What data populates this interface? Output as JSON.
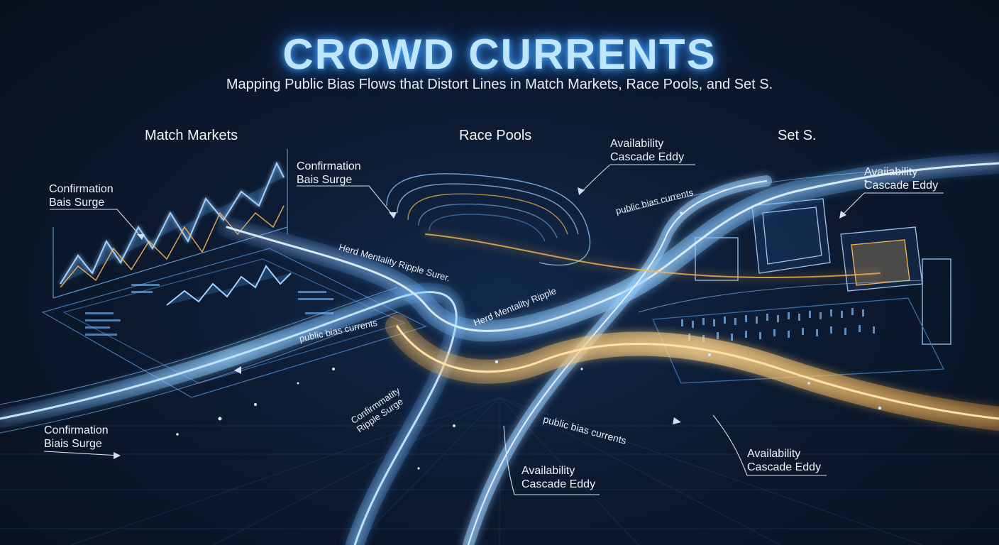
{
  "title": "CROWD CURRENTS",
  "subtitle": "Mapping Public Bias Flows that Distort Lines in Match Markets, Race Pools, and Set S.",
  "sections": {
    "match_markets": "Match Markets",
    "race_pools": "Race Pools",
    "set_s": "Set S."
  },
  "labels": {
    "confirmation_top_left": "Confirmation\nBais Surge",
    "confirmation_center_top": "Confirmation\nBais Surge",
    "availability_top_center": "Availability\nCascade Eddy",
    "availability_top_right": "Avaiiability\nCascade Eddy",
    "confirmation_bottom_left": "Confirmation\nBiais Surge",
    "availability_bottom_center": "Availability\nCascade Eddy",
    "availability_bottom_right": "Availability\nCascade Eddy"
  },
  "flow_labels": {
    "herd_ripple_surge": "Herd Mentality Ripple Surer.",
    "herd_ripple": "Herd Mentality Ripple",
    "public_bias_left": "public bias currents",
    "public_bias_top_right": "public bias currents",
    "public_bias_bottom": "public bias currents",
    "confirmatality": "Confirmmatity\nRipple Surge"
  },
  "colors": {
    "background": "#0b1525",
    "blue_current": "#5fb4ff",
    "gold_current": "#f5b653",
    "title_glow": "#4aa8ff"
  }
}
